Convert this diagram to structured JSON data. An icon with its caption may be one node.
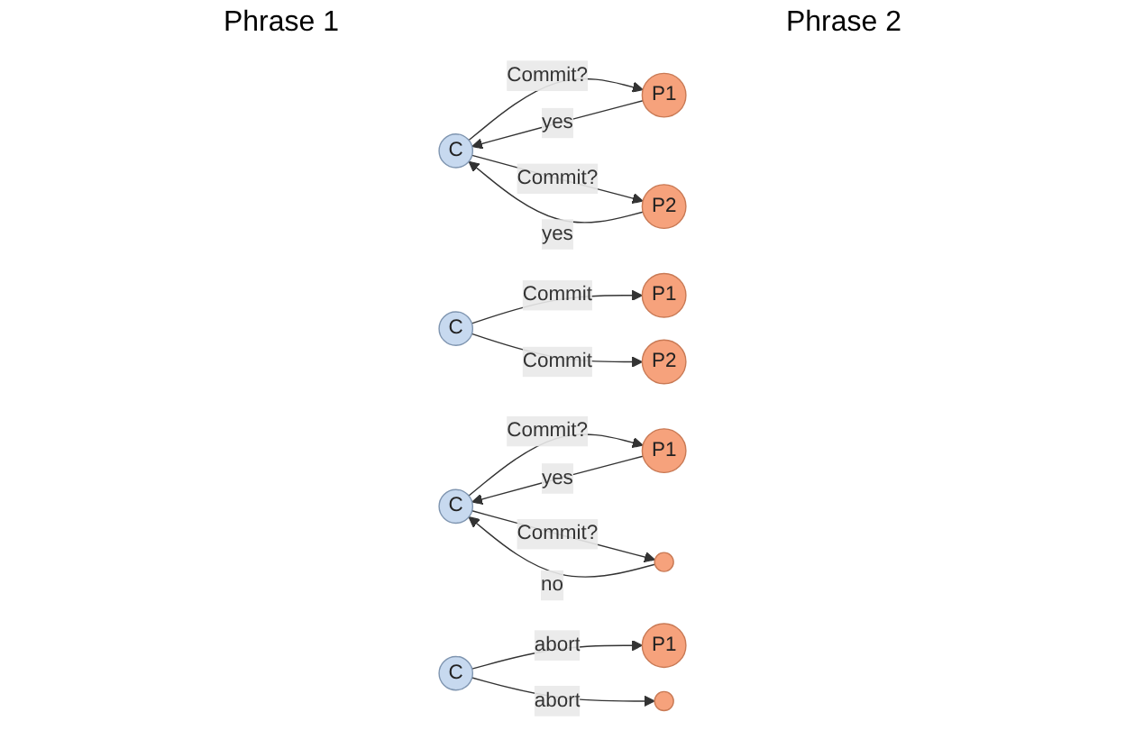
{
  "diagram": {
    "nodes": [
      {
        "text": [
          "C"
        ]
      },
      {
        "text": [
          "P1"
        ]
      },
      {
        "text": [
          "P2"
        ]
      },
      {
        "text": [
          "C"
        ]
      },
      {
        "text": [
          "P1"
        ]
      },
      {
        "text": [
          "P2"
        ]
      },
      {
        "text": [
          "C"
        ]
      },
      {
        "text": [
          "P1"
        ]
      },
      {
        "text": [],
        "shape": "circle"
      },
      {
        "text": [
          "C"
        ]
      },
      {
        "text": [
          "P1"
        ]
      },
      {
        "text": [],
        "shape": "circle"
      }
    ],
    "edges": [
      {
        "from": 0,
        "to": 1,
        "arrow": "to",
        "label": "Commit?"
      },
      {
        "from": 1,
        "to": 0,
        "arrow": "to",
        "label": "yes"
      },
      {
        "from": 0,
        "to": 2,
        "arrow": "to",
        "label": "Commit?"
      },
      {
        "from": 2,
        "to": 0,
        "arrow": "to",
        "label": "yes"
      },
      {
        "from": 3,
        "to": 4,
        "arrow": "to",
        "label": "Commit"
      },
      {
        "from": 3,
        "to": 5,
        "arrow": "to",
        "label": "Commit"
      },
      {
        "from": 6,
        "to": 7,
        "arrow": "to",
        "label": "Commit?"
      },
      {
        "from": 7,
        "to": 6,
        "arrow": "to",
        "label": "yes"
      },
      {
        "from": 6,
        "to": 8,
        "arrow": "to",
        "label": "Commit?"
      },
      {
        "from": 8,
        "to": 6,
        "arrow": "to",
        "label": "no"
      },
      {
        "from": 9,
        "to": 10,
        "arrow": "to",
        "label": "abort"
      },
      {
        "from": 9,
        "to": 11,
        "arrow": "to",
        "label": "abort"
      }
    ],
    "labels": [
      "Phrase 1",
      "Phrase 2"
    ]
  }
}
